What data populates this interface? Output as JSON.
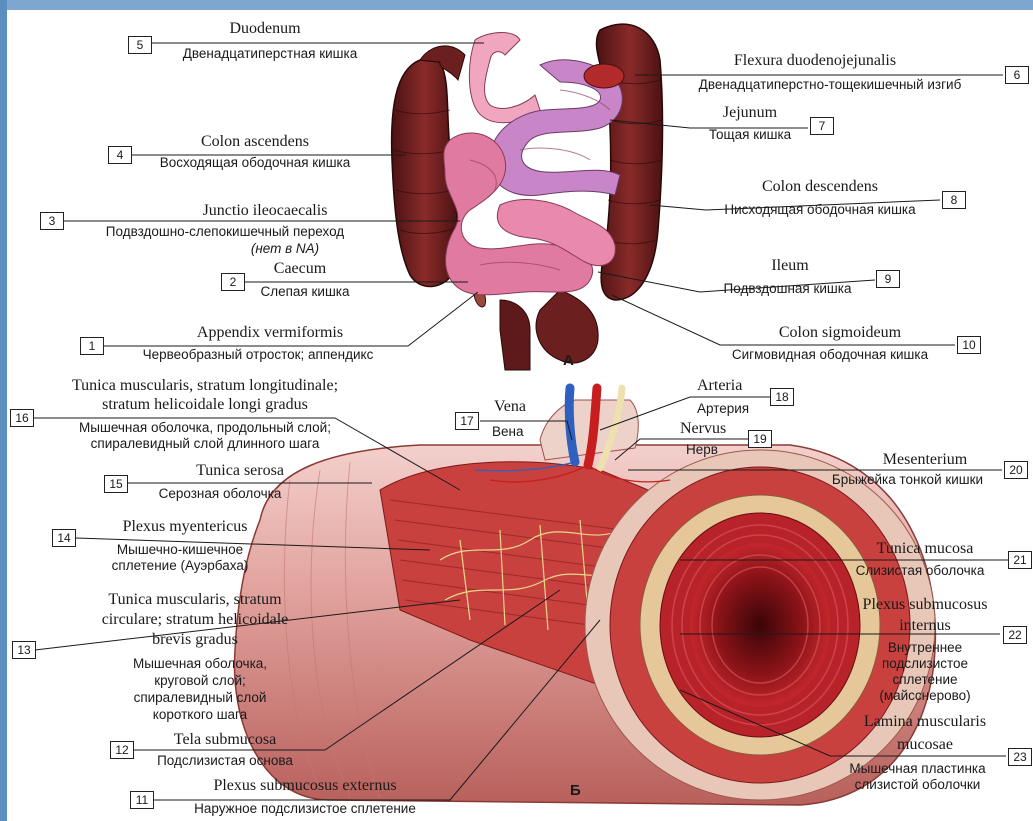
{
  "figure_letters": {
    "a": "А",
    "b": "Б"
  },
  "colors": {
    "colon": "#6b1f1f",
    "small_intestine": "#e07aa0",
    "duodenum": "#f0a6bf",
    "jejunum": "#c886c8",
    "tube_outer": "#e3a6a0",
    "muscle": "#c8413f",
    "mucosa": "#9e1a1f",
    "vein": "#2f5fbf",
    "artery": "#c71f1f",
    "nerve": "#efe0b0",
    "frame": "#5a8fbf"
  },
  "labels": [
    {
      "n": "1",
      "lat": "Appendix vermiformis",
      "rus": "Червеобразный отросток; аппендикс"
    },
    {
      "n": "2",
      "lat": "Caecum",
      "rus": "Слепая кишка"
    },
    {
      "n": "3",
      "lat": "Junctio ileocaecalis",
      "rus": "Подвздошно-слепокишечный переход",
      "note": "(нет в NA)"
    },
    {
      "n": "4",
      "lat": "Colon ascendens",
      "rus": "Восходящая ободочная кишка"
    },
    {
      "n": "5",
      "lat": "Duodenum",
      "rus": "Двенадцатиперстная кишка"
    },
    {
      "n": "6",
      "lat": "Flexura duodenojejunalis",
      "rus": "Двенадцатиперстно-тощекишечный изгиб"
    },
    {
      "n": "7",
      "lat": "Jejunum",
      "rus": "Тощая кишка"
    },
    {
      "n": "8",
      "lat": "Colon descendens",
      "rus": "Нисходящая ободочная кишка"
    },
    {
      "n": "9",
      "lat": "Ileum",
      "rus": "Подвздошная кишка"
    },
    {
      "n": "10",
      "lat": "Colon sigmoideum",
      "rus": "Сигмовидная ободочная кишка"
    },
    {
      "n": "11",
      "lat": "Plexus submucosus externus",
      "rus": "Наружное подслизистое сплетение"
    },
    {
      "n": "12",
      "lat": "Tela submucosa",
      "rus": "Подслизистая основа"
    },
    {
      "n": "13",
      "lat1": "Tunica muscularis, stratum",
      "lat2": "circulare; stratum helicoidale",
      "lat3": "brevis gradus",
      "rus1": "Мышечная оболочка,",
      "rus2": "круговой слой;",
      "rus3": "спиралевидный слой",
      "rus4": "короткого шага"
    },
    {
      "n": "14",
      "lat": "Plexus myentericus",
      "rus1": "Мышечно-кишечное",
      "rus2": "сплетение (Ауэрбаха)"
    },
    {
      "n": "15",
      "lat": "Tunica serosa",
      "rus": "Серозная оболочка"
    },
    {
      "n": "16",
      "lat1": "Tunica muscularis, stratum longitudinale;",
      "lat2": "stratum helicoidale longi gradus",
      "rus1": "Мышечная оболочка, продольный слой;",
      "rus2": "спиралевидный слой длинного шага"
    },
    {
      "n": "17",
      "lat": "Vena",
      "rus": "Вена"
    },
    {
      "n": "18",
      "lat": "Arteria",
      "rus": "Артерия"
    },
    {
      "n": "19",
      "lat": "Nervus",
      "rus": "Нерв"
    },
    {
      "n": "20",
      "lat": "Mesenterium",
      "rus": "Брыжейка тонкой кишки"
    },
    {
      "n": "21",
      "lat": "Tunica mucosa",
      "rus": "Слизистая оболочка"
    },
    {
      "n": "22",
      "lat1": "Plexus submucosus",
      "lat2": "internus",
      "rus1": "Внутреннее",
      "rus2": "подслизистое",
      "rus3": "сплетение",
      "rus4": "(майсснерово)"
    },
    {
      "n": "23",
      "lat1": "Lamina muscularis",
      "lat2": "mucosae",
      "rus1": "Мышечная пластинка",
      "rus2": "слизистой оболочки"
    }
  ]
}
